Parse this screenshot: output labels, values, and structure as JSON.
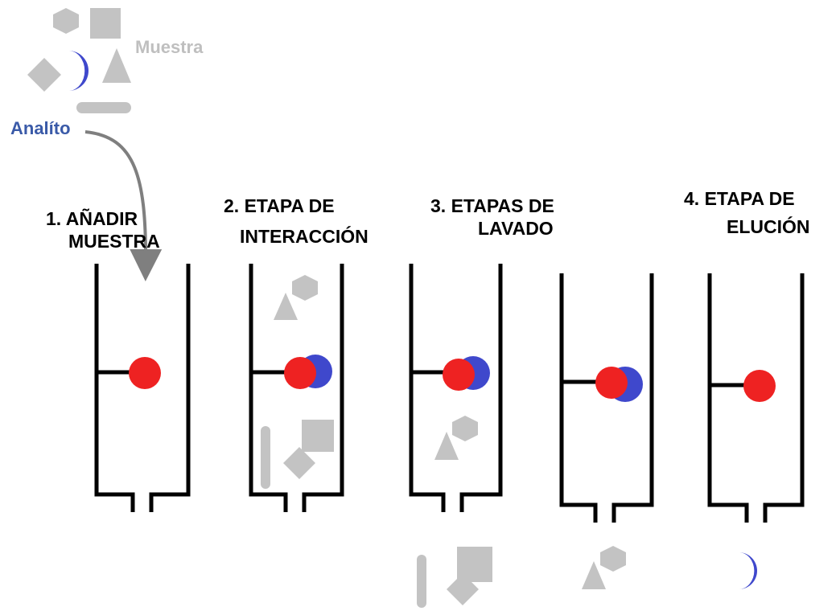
{
  "labels": {
    "sample": "Muestra",
    "analyte": "Analíto"
  },
  "steps": [
    {
      "line1": "1.   AÑADIR",
      "line2": "MUESTRA"
    },
    {
      "line1": "2.   ETAPA DE",
      "line2": "INTERACCIÓN"
    },
    {
      "line1": "3.   ETAPAS  DE",
      "line2": "LAVADO"
    },
    {
      "line1": "4.   ETAPA DE",
      "line2": "ELUCIÓN"
    }
  ],
  "colors": {
    "ligand": "#ee2222",
    "analyte": "#3f48cc",
    "impurity": "#c3c3c3",
    "column": "#000000",
    "arrow": "#7f7f7f"
  }
}
